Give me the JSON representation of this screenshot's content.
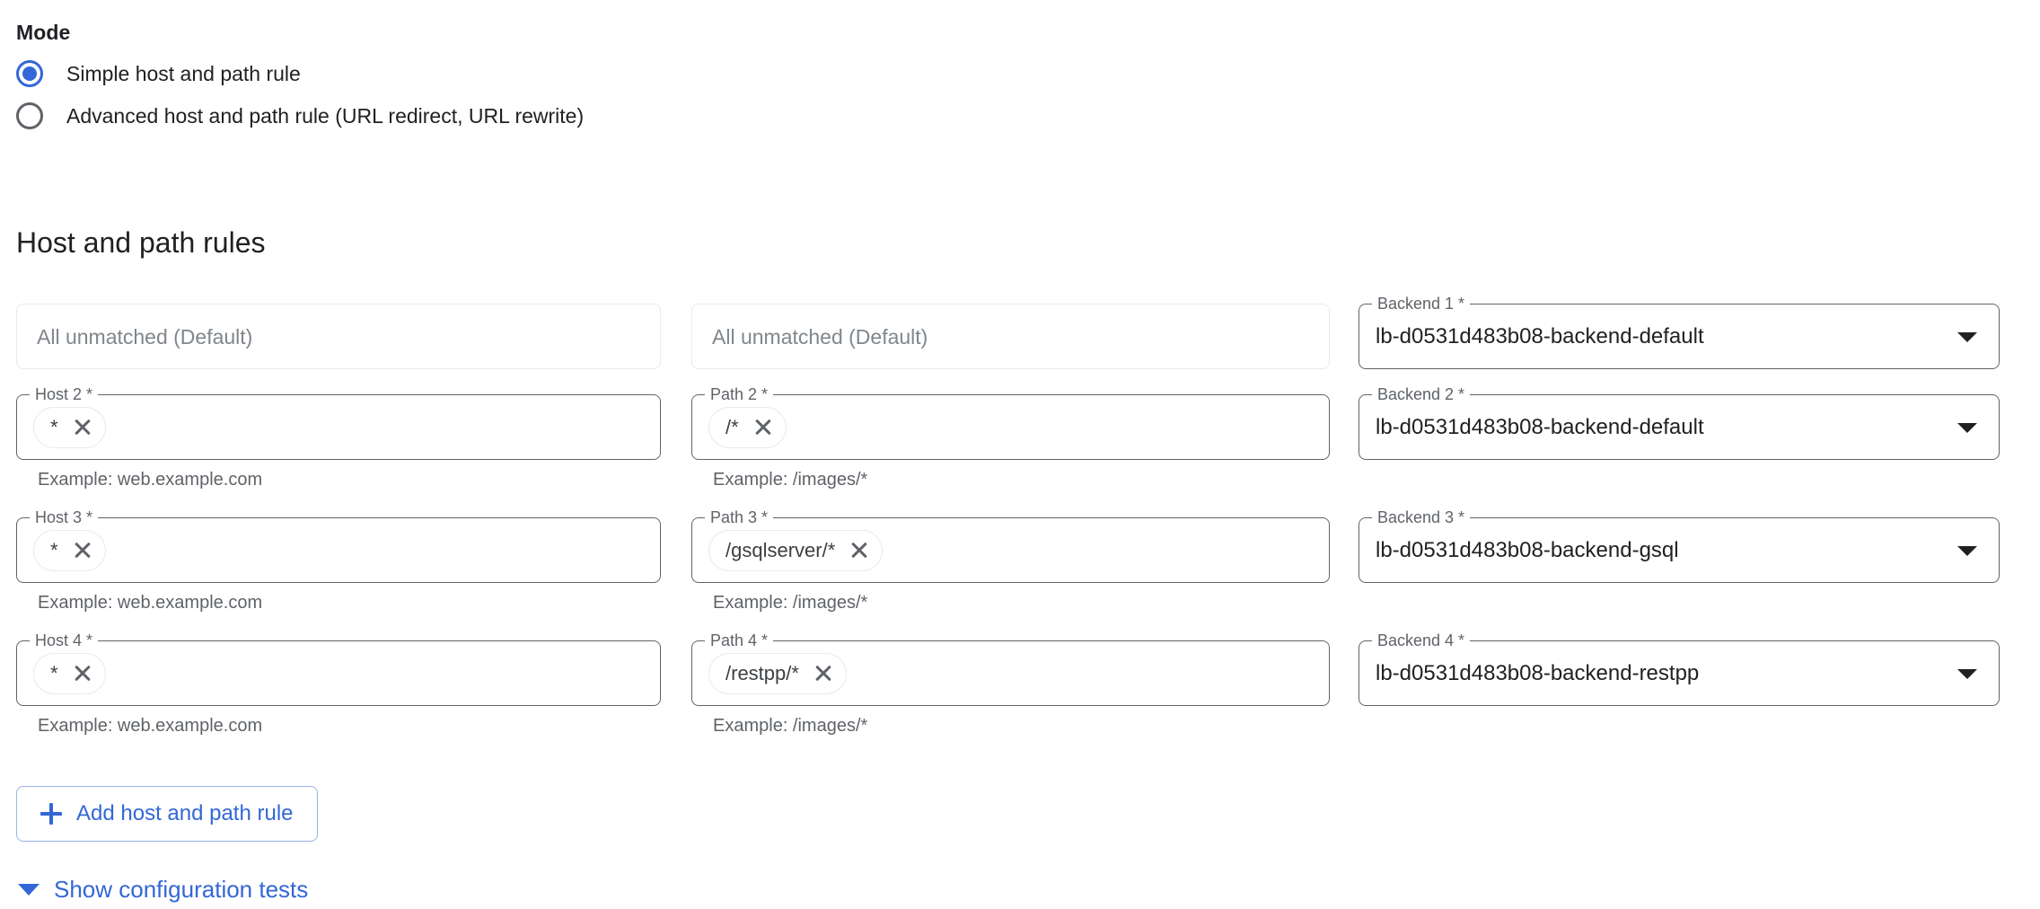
{
  "mode": {
    "title": "Mode",
    "options": [
      {
        "label": "Simple host and path rule",
        "selected": true
      },
      {
        "label": "Advanced host and path rule (URL redirect, URL rewrite)",
        "selected": false
      }
    ]
  },
  "rules_section": {
    "heading": "Host and path rules",
    "rows": [
      {
        "host": {
          "placeholder": "All unmatched (Default)"
        },
        "path": {
          "placeholder": "All unmatched (Default)"
        },
        "backend": {
          "legend": "Backend 1 *",
          "value": "lb-d0531d483b08-backend-default"
        }
      },
      {
        "host": {
          "legend": "Host 2 *",
          "chip": "*",
          "helper": "Example: web.example.com"
        },
        "path": {
          "legend": "Path 2 *",
          "chip": "/*",
          "helper": "Example: /images/*"
        },
        "backend": {
          "legend": "Backend 2 *",
          "value": "lb-d0531d483b08-backend-default"
        }
      },
      {
        "host": {
          "legend": "Host 3 *",
          "chip": "*",
          "helper": "Example: web.example.com"
        },
        "path": {
          "legend": "Path 3 *",
          "chip": "/gsqlserver/*",
          "helper": "Example: /images/*"
        },
        "backend": {
          "legend": "Backend 3 *",
          "value": "lb-d0531d483b08-backend-gsql"
        }
      },
      {
        "host": {
          "legend": "Host 4 *",
          "chip": "*",
          "helper": "Example: web.example.com"
        },
        "path": {
          "legend": "Path 4 *",
          "chip": "/restpp/*",
          "helper": "Example: /images/*"
        },
        "backend": {
          "legend": "Backend 4 *",
          "value": "lb-d0531d483b08-backend-restpp"
        }
      }
    ]
  },
  "actions": {
    "add_rule_label": "Add host and path rule",
    "show_tests_label": "Show configuration tests"
  },
  "colors": {
    "accent": "#3367d6",
    "text_primary": "#202124",
    "text_secondary": "#5f6368",
    "border_strong": "#5f6368",
    "border_light": "#e8eaed"
  }
}
